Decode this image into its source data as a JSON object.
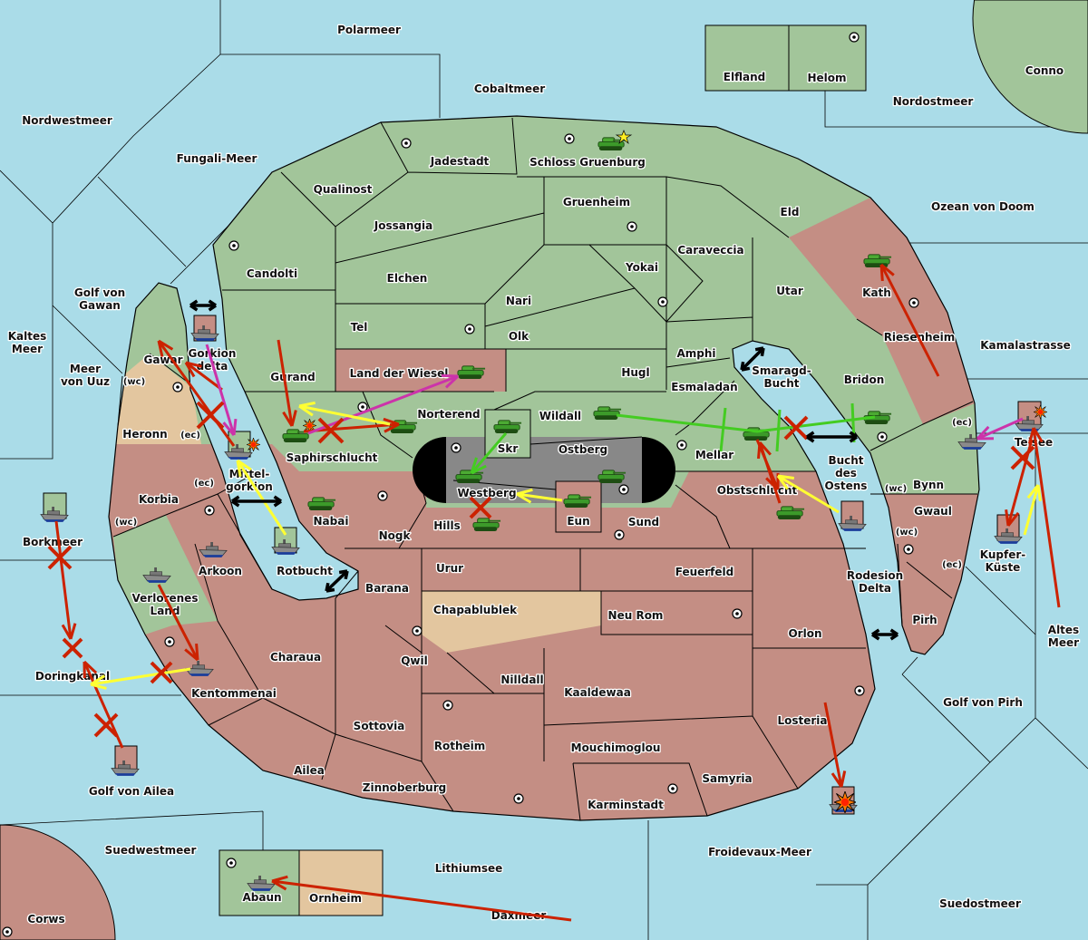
{
  "colors": {
    "sea": "#aadce8",
    "land_neutral_green": "#a2c59a",
    "land_owned_pink": "#c48e84",
    "land_tan": "#e3c69f",
    "move_order": "#cc2200",
    "support_order": "#ffff33",
    "convoy_order": "#44cc22",
    "support_hold": "#cc33aa",
    "army_unit": "#3c9a2a",
    "fleet_unit": "#8a8a8a"
  },
  "sea": {
    "polarmeer": "Polarmeer",
    "cobaltmeer": "Cobaltmeer",
    "nordwestmeer": "Nordwestmeer",
    "fungali": "Fungali-Meer",
    "nordostmeer": "Nordostmeer",
    "ozean_doom": "Ozean von Doom",
    "golf_gawan": [
      "Golf von",
      "Gawan"
    ],
    "kaltes_meer": [
      "Kaltes",
      "Meer"
    ],
    "meer_uuz": [
      "Meer",
      "von Uuz"
    ],
    "kamalastrasse": "Kamalastrasse",
    "gorkion_delta": [
      "Gorkion",
      "delta"
    ],
    "smaragd_bucht": [
      "Smaragd-",
      "Bucht"
    ],
    "bucht_ostens": [
      "Bucht",
      "des",
      "Ostens"
    ],
    "mittelgorkion": [
      "Mittel-",
      "gorkion"
    ],
    "rotbucht": "Rotbucht",
    "rodesion_delta": [
      "Rodesion",
      "Delta"
    ],
    "borkmeer": "Borkmeer",
    "doringkanal": "Doringkanal",
    "golf_ailea": "Golf von Ailea",
    "teisee": "Teisee",
    "kupfer_kueste": [
      "Kupfer-",
      "Küste"
    ],
    "altes_meer": [
      "Altes",
      "Meer"
    ],
    "golf_pirh": "Golf von Pirh",
    "suedwestmeer": "Suedwestmeer",
    "lithiumsee": "Lithiumsee",
    "froidevaux": "Froidevaux-Meer",
    "daxmeer": "Daxmeer",
    "suedostmeer": "Suedostmeer"
  },
  "land": {
    "elfland": "Elfland",
    "helom": "Helom",
    "conno": "Conno",
    "corws": "Corws",
    "jadestadt": "Jadestadt",
    "schloss": "Schloss Gruenburg",
    "qualinost": "Qualinost",
    "gruenheim": "Gruenheim",
    "eld": "Eld",
    "jossangia": "Jossangia",
    "caraveccia": "Caraveccia",
    "candolti": "Candolti",
    "elchen": "Elchen",
    "yokai": "Yokai",
    "utar": "Utar",
    "kath": "Kath",
    "nari": "Nari",
    "tel": "Tel",
    "olk": "Olk",
    "riesenheim": "Riesenheim",
    "amphi": "Amphi",
    "gurand": "Gurand",
    "land_wiesel": "Land der Wiesel",
    "hugl": "Hugl",
    "esmaladan": "Esmaladan",
    "bridon": "Bridon",
    "gawar": "Gawar",
    "heronn": "Heronn",
    "norterend": "Norterend",
    "wildall": "Wildall",
    "skr": "Skr",
    "ostberg": "Ostberg",
    "mellar": "Mellar",
    "saphirschlucht": "Saphirschlucht",
    "westberg": "Westberg",
    "obstschlucht": "Obstschlucht",
    "bynn": "Bynn",
    "korbia": "Korbia",
    "nabai": "Nabai",
    "hills": "Hills",
    "eun": "Eun",
    "sund": "Sund",
    "gwaul": "Gwaul",
    "nogk": "Nogk",
    "arkoon": "Arkoon",
    "urur": "Urur",
    "feuerfeld": "Feuerfeld",
    "barana": "Barana",
    "chapablublek": "Chapablublek",
    "verlorenes": [
      "Verlorenes",
      "Land"
    ],
    "neu_rom": "Neu Rom",
    "pirh": "Pirh",
    "orlon": "Orlon",
    "charaua": "Charaua",
    "qwil": "Qwil",
    "nilldall": "Nilldall",
    "kaaldewaa": "Kaaldewaa",
    "kentommenai": "Kentommenai",
    "losteria": "Losteria",
    "sottovia": "Sottovia",
    "rotheim": "Rotheim",
    "mouchimoglou": "Mouchimoglou",
    "ailea": "Ailea",
    "samyria": "Samyria",
    "zinnoberburg": "Zinnoberburg",
    "karminstadt": "Karminstadt",
    "abaun": "Abaun",
    "ornheim": "Ornheim"
  },
  "coasts": [
    "(wc)",
    "(ec)",
    "(ec)",
    "(wc)",
    "(ec)",
    "(wc)",
    "(wc)",
    "(ec)"
  ],
  "units": [
    {
      "icon": "tank-icon",
      "province": "Schloss Gruenburg"
    },
    {
      "icon": "tank-icon",
      "province": "Kath"
    },
    {
      "icon": "tank-icon",
      "province": "Land der Wiesel"
    },
    {
      "icon": "tank-icon",
      "province": "Saphirschlucht"
    },
    {
      "icon": "tank-icon",
      "province": "Norterend"
    },
    {
      "icon": "tank-icon",
      "province": "Skr"
    },
    {
      "icon": "tank-icon",
      "province": "Wildall"
    },
    {
      "icon": "tank-icon",
      "province": "Bridon"
    },
    {
      "icon": "tank-icon",
      "province": "Mellar"
    },
    {
      "icon": "tank-icon",
      "province": "Obstschlucht"
    },
    {
      "icon": "tank-icon",
      "province": "Westberg"
    },
    {
      "icon": "tank-icon",
      "province": "Ostberg"
    },
    {
      "icon": "tank-icon",
      "province": "Eun"
    },
    {
      "icon": "tank-icon",
      "province": "Hills"
    },
    {
      "icon": "tank-icon",
      "province": "Nabai"
    },
    {
      "icon": "ship-icon",
      "province": "Gorkion delta"
    },
    {
      "icon": "ship-icon",
      "province": "Mittelgorkion"
    },
    {
      "icon": "ship-icon",
      "province": "Rotbucht"
    },
    {
      "icon": "ship-icon",
      "province": "Arkoon"
    },
    {
      "icon": "ship-icon",
      "province": "Verlorenes Land"
    },
    {
      "icon": "ship-icon",
      "province": "Kentommenai"
    },
    {
      "icon": "ship-icon",
      "province": "Borkmeer"
    },
    {
      "icon": "ship-icon",
      "province": "Golf von Ailea"
    },
    {
      "icon": "ship-icon",
      "province": "Bucht des Ostens"
    },
    {
      "icon": "ship-icon",
      "province": "Bynn"
    },
    {
      "icon": "ship-icon",
      "province": "Teisee"
    },
    {
      "icon": "ship-icon",
      "province": "Kupfer-Küste"
    },
    {
      "icon": "ship-icon",
      "province": "Abaun"
    },
    {
      "icon": "ship-icon",
      "province": "Losteria"
    }
  ]
}
